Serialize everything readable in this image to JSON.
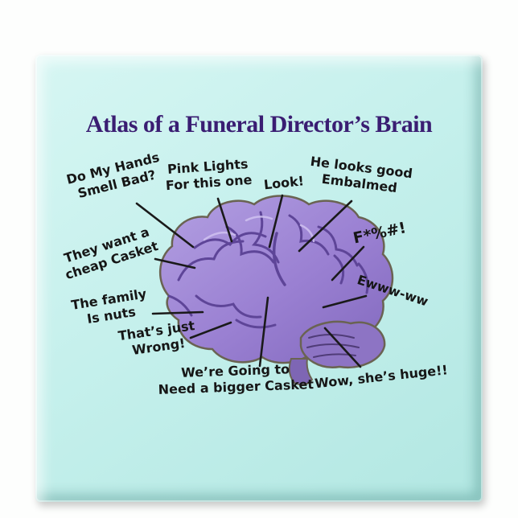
{
  "product": {
    "title": "Atlas of a Funeral Director’s Brain"
  },
  "colors": {
    "title_color": "#3a1d72",
    "label_color": "#161616",
    "tile_face": "#c5f0ec",
    "tile_edge_dark": "#8fd0cb",
    "brain_main": "#9f86d6",
    "brain_groove": "#5e4598",
    "brain_outline": "#6a6352",
    "callout_line": "#1a1a1a",
    "background": "#fdfefd"
  },
  "labels": [
    {
      "line1": "Do My Hands",
      "line2": "Smell Bad?"
    },
    {
      "line1": "Pink Lights",
      "line2": "For this one"
    },
    {
      "line1": "Look!"
    },
    {
      "line1": "He looks good",
      "line2": "Embalmed"
    },
    {
      "line1": "They want a",
      "line2": "cheap Casket"
    },
    {
      "line1": "F*%#!"
    },
    {
      "line1": "Ewww-ww"
    },
    {
      "line1": "The family",
      "line2": "Is nuts"
    },
    {
      "line1": "That’s just",
      "line2": "Wrong!"
    },
    {
      "line1": "We’re Going to",
      "line2": "Need a bigger Casket"
    },
    {
      "line1": "Wow, she’s huge!!"
    }
  ]
}
